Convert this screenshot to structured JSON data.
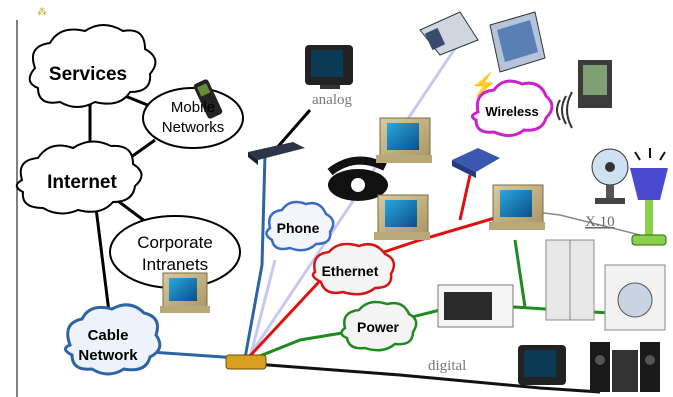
{
  "clouds": {
    "services": "Services",
    "mobile": [
      "Mobile",
      "Networks"
    ],
    "internet": "Internet",
    "corporate": [
      "Corporate",
      "Intranets"
    ],
    "cable": [
      "Cable",
      "Network"
    ],
    "phone": "Phone",
    "ethernet": "Ethernet",
    "power": "Power",
    "wireless": "Wireless"
  },
  "labels": {
    "analog": "analog",
    "digital": "digital",
    "x10": "X.10"
  },
  "colors": {
    "cable_line": "#2e63a6",
    "phone_line": "#c9c9f0",
    "ethernet_line": "#e01010",
    "power_line": "#1f8a1f",
    "digital_line": "#000000",
    "wireless_cloud_border": "#cc22cc",
    "phone_cloud_border": "#3a6cc6",
    "ethernet_cloud_border": "#d01818",
    "power_cloud_border": "#1f8a1f"
  },
  "icons": [
    "desktop-computer-icon",
    "television-icon",
    "telephone-icon",
    "set-top-box-icon",
    "mobile-phone-icon",
    "router-icon",
    "pda-icon",
    "fan-icon",
    "lamp-icon",
    "refrigerator-icon",
    "washing-machine-icon",
    "microwave-icon",
    "stereo-icon",
    "cable-hub-icon"
  ]
}
